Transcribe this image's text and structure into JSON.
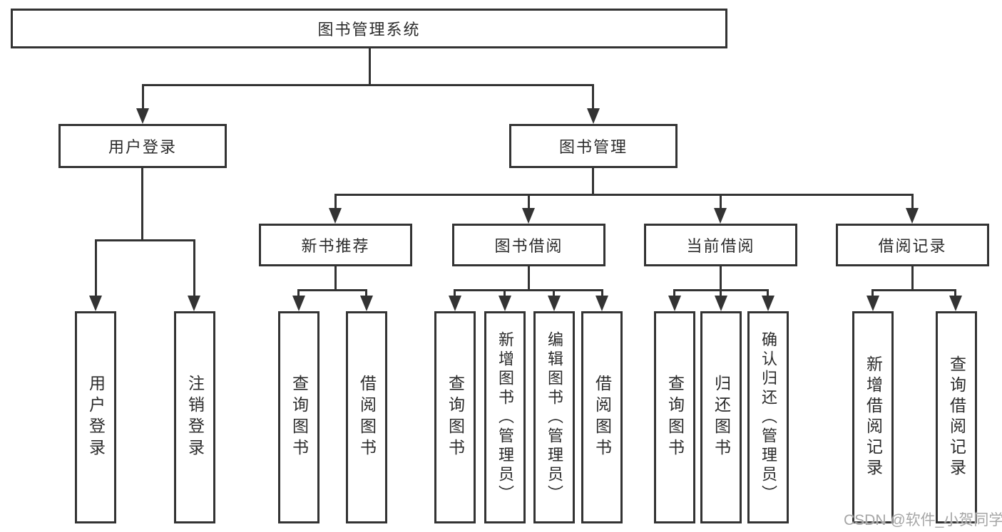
{
  "tree": {
    "root": {
      "label": "图书管理系统"
    },
    "level2": [
      {
        "label": "用户登录",
        "children": [
          {
            "label": "用户登录"
          },
          {
            "label": "注销登录"
          }
        ]
      },
      {
        "label": "图书管理",
        "children": [
          {
            "label": "新书推荐",
            "children": [
              {
                "label": "查询图书"
              },
              {
                "label": "借阅图书"
              }
            ]
          },
          {
            "label": "图书借阅",
            "children": [
              {
                "label": "查询图书"
              },
              {
                "label": "新增图书（管理员）"
              },
              {
                "label": "编辑图书（管理员）"
              },
              {
                "label": "借阅图书"
              }
            ]
          },
          {
            "label": "当前借阅",
            "children": [
              {
                "label": "查询图书"
              },
              {
                "label": "归还图书"
              },
              {
                "label": "确认归还（管理员）"
              }
            ]
          },
          {
            "label": "借阅记录",
            "children": [
              {
                "label": "新增借阅记录"
              },
              {
                "label": "查询借阅记录"
              }
            ]
          }
        ]
      }
    ]
  },
  "watermark": {
    "text": "CSDN @软件_小贺同学"
  },
  "colors": {
    "line": "#333333",
    "box_border": "#333333",
    "text": "#2b2b2b",
    "watermark": "#a6a6a6",
    "background": "#ffffff"
  }
}
